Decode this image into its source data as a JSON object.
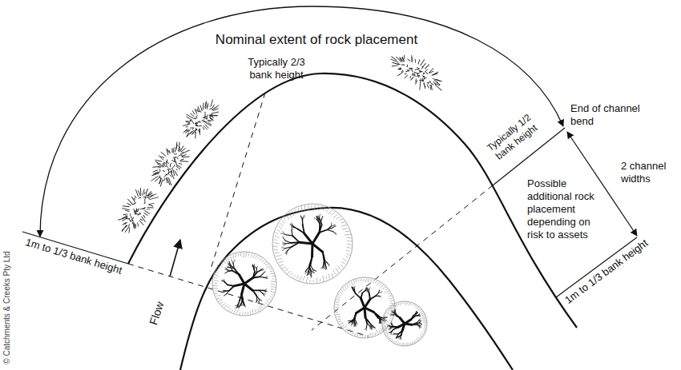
{
  "diagram": {
    "labels": [
      "Nominal extent of rock placement",
      "Typically 2/3 bank height",
      "End of channel bend",
      "Typically 1/2 bank height",
      "2 channel widths",
      "Possible additional rock placement depending on risk to assets",
      "1m to 1/3 bank height",
      "Flow",
      "1m to 1/3 bank height",
      "© Catchments & Creeks Pty Ltd"
    ]
  }
}
